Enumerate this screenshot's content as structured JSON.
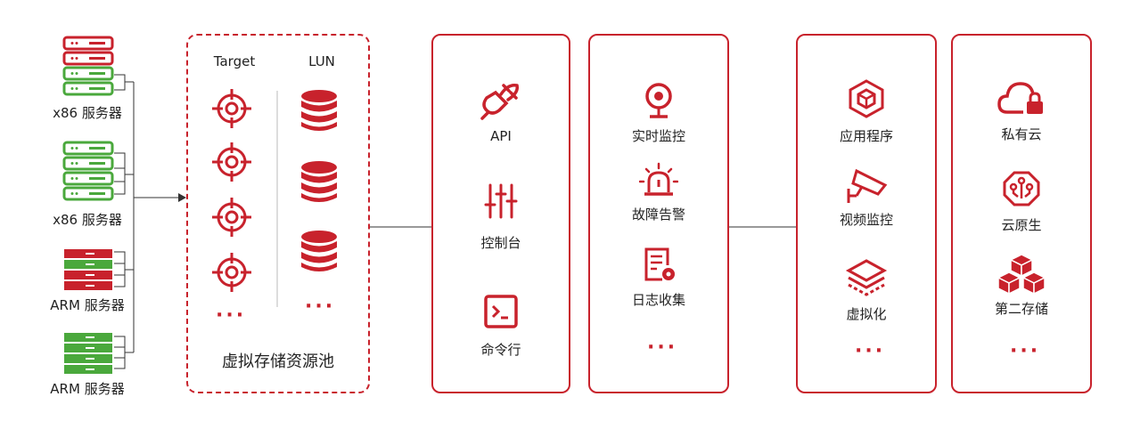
{
  "servers": [
    {
      "label": "x86 服务器",
      "type": "x86",
      "colors": [
        "#c8222c",
        "#c8222c",
        "#4aa83c",
        "#4aa83c"
      ]
    },
    {
      "label": "x86 服务器",
      "type": "x86",
      "colors": [
        "#4aa83c",
        "#4aa83c",
        "#4aa83c",
        "#4aa83c"
      ]
    },
    {
      "label": "ARM 服务器",
      "type": "arm",
      "colors": [
        "#c8222c",
        "#4aa83c",
        "#c8222c",
        "#c8222c"
      ]
    },
    {
      "label": "ARM 服务器",
      "type": "arm",
      "colors": [
        "#4aa83c",
        "#4aa83c",
        "#4aa83c",
        "#4aa83c"
      ]
    }
  ],
  "pool": {
    "target_header": "Target",
    "lun_header": "LUN",
    "target_more": "···",
    "lun_more": "···",
    "title": "虚拟存储资源池"
  },
  "panel_api": {
    "items": [
      {
        "label": "API",
        "icon": "plug-icon"
      },
      {
        "label": "控制台",
        "icon": "sliders-icon"
      },
      {
        "label": "命令行",
        "icon": "terminal-icon"
      }
    ]
  },
  "panel_ops": {
    "items": [
      {
        "label": "实时监控",
        "icon": "webcam-icon"
      },
      {
        "label": "故障告警",
        "icon": "alarm-light-icon"
      },
      {
        "label": "日志收集",
        "icon": "log-document-icon"
      }
    ],
    "more": "···"
  },
  "panel_apps": {
    "items": [
      {
        "label": "应用程序",
        "icon": "app-cube-icon"
      },
      {
        "label": "视频监控",
        "icon": "cctv-camera-icon"
      },
      {
        "label": "虚拟化",
        "icon": "layers-icon"
      }
    ],
    "more": "···"
  },
  "panel_cloud": {
    "items": [
      {
        "label": "私有云",
        "icon": "cloud-lock-icon"
      },
      {
        "label": "云原生",
        "icon": "cloud-native-icon"
      },
      {
        "label": "第二存储",
        "icon": "boxes-icon"
      }
    ],
    "more": "···"
  },
  "accent": "#c8222c",
  "server_green": "#4aa83c"
}
